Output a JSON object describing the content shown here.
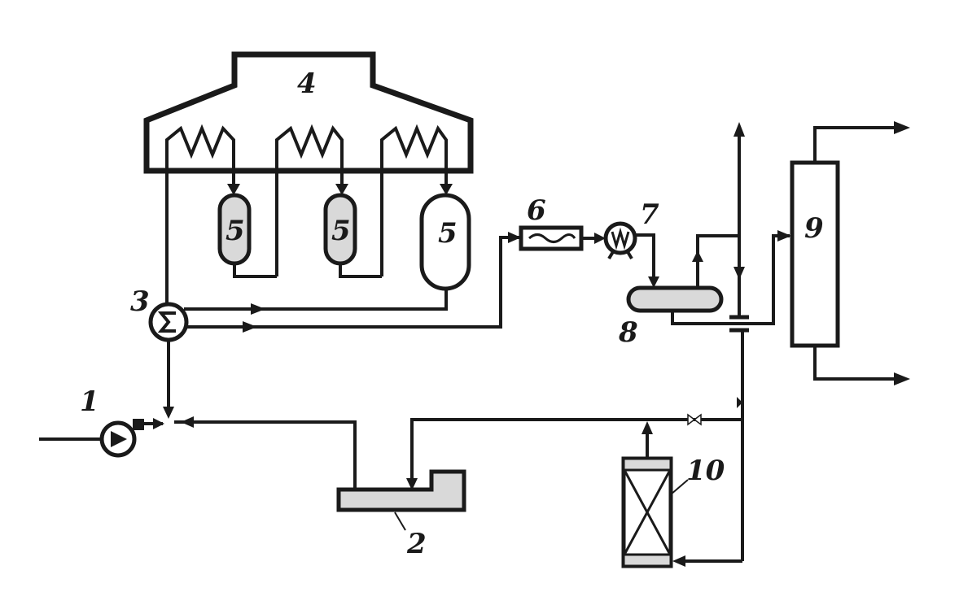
{
  "diagram": {
    "labels": {
      "pump": "1",
      "tank": "2",
      "heat_exchanger": "3",
      "furnace": "4",
      "reactor_1": "5",
      "reactor_2": "5",
      "reactor_3": "5",
      "cooler": "6",
      "compressor": "7",
      "separator": "8",
      "column": "9",
      "adsorber": "10"
    },
    "colors": {
      "line": "#1a1a1a",
      "vessel_fill": "#d9d9d9",
      "background": "#ffffff"
    }
  }
}
